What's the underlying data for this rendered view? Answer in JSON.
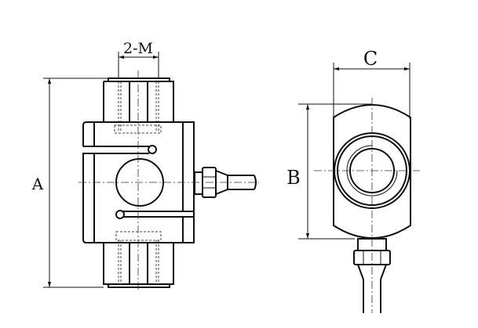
{
  "labels": {
    "thread_spacing": "2-M",
    "height": "A",
    "depth": "B",
    "width": "C"
  }
}
